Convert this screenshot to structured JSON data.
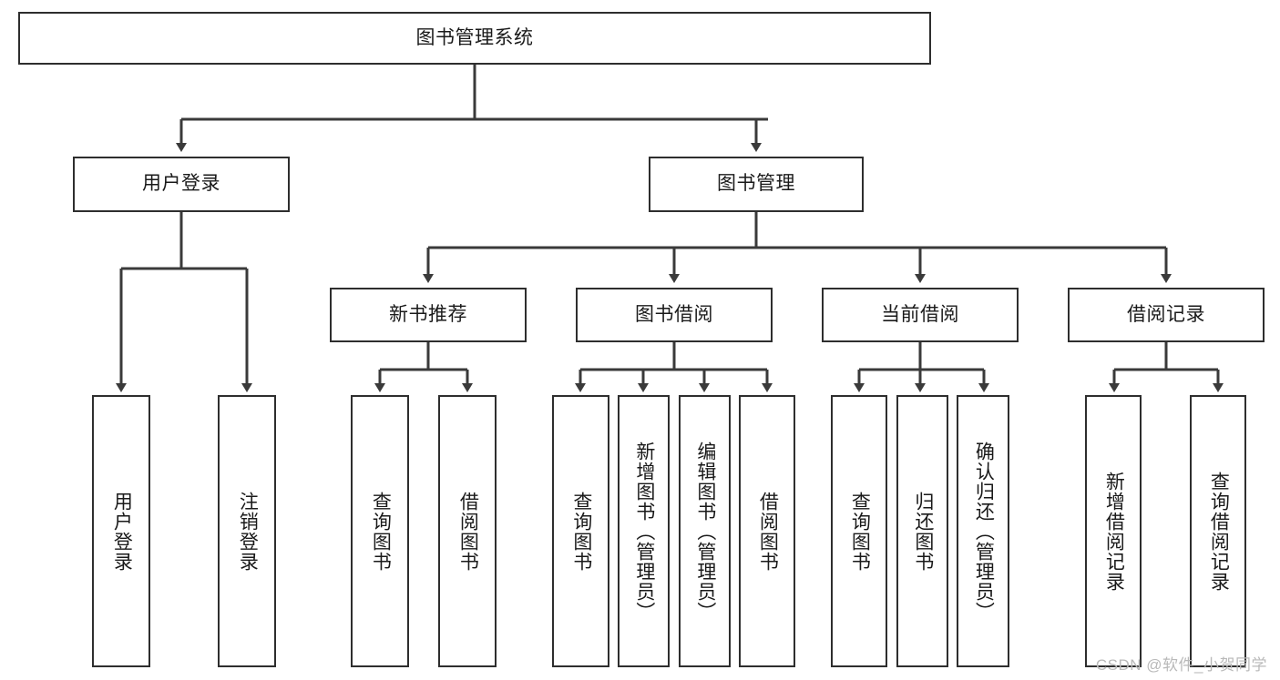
{
  "diagram": {
    "title": "图书管理系统",
    "watermark": "CSDN @软件_小贺同学",
    "colors": {
      "border": "#2e2e2e",
      "background": "#ffffff",
      "text": "#1a1a1a",
      "connector": "#3a3a3a",
      "watermark": "#b9b9b9"
    },
    "nodes": {
      "root": "图书管理系统",
      "user_login": "用户登录",
      "book_manage": "图书管理",
      "new_book_recommend": "新书推荐",
      "book_borrow": "图书借阅",
      "current_borrow": "当前借阅",
      "borrow_record": "借阅记录",
      "leaf_user_login": "用户登录",
      "leaf_logout_login": "注销登录",
      "leaf_query_book_1": "查询图书",
      "leaf_borrow_book_1": "借阅图书",
      "leaf_query_book_2": "查询图书",
      "leaf_add_book_admin": "新增图书（管理员）",
      "leaf_edit_book_admin": "编辑图书（管理员）",
      "leaf_borrow_book_2": "借阅图书",
      "leaf_query_book_3": "查询图书",
      "leaf_return_book": "归还图书",
      "leaf_confirm_return_admin": "确认归还（管理员）",
      "leaf_add_borrow_record": "新增借阅记录",
      "leaf_query_borrow_record": "查询借阅记录"
    }
  }
}
